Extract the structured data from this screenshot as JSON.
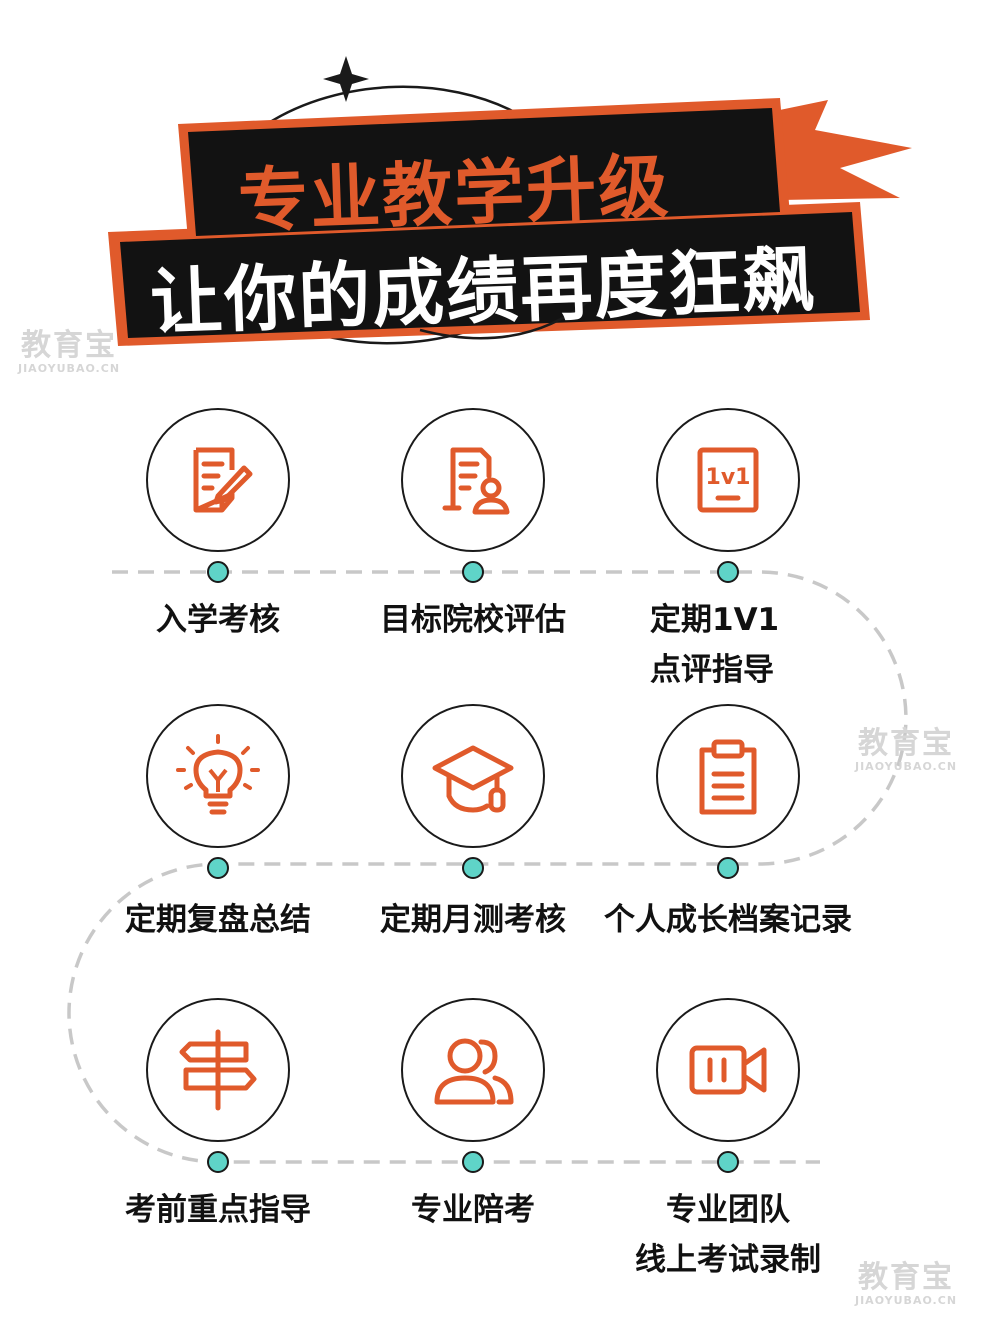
{
  "header": {
    "line1": "专业教学升级",
    "line2": "让你的成绩再度狂飙"
  },
  "watermark": {
    "cn": "教育宝",
    "en": "JIAOYUBAO.CN"
  },
  "colors": {
    "accent": "#e05a2b",
    "dark": "#111111",
    "dot": "#5fd4c8",
    "path": "#c8c8c8"
  },
  "items": [
    {
      "icon": "edit-document-icon",
      "label1": "入学考核",
      "label2": ""
    },
    {
      "icon": "document-user-icon",
      "label1": "目标院校评估",
      "label2": ""
    },
    {
      "icon": "one-on-one-board-icon",
      "icon_text": "1v1",
      "label1": "定期1V1",
      "label2": "点评指导"
    },
    {
      "icon": "lightbulb-icon",
      "label1": "定期复盘总结",
      "label2": ""
    },
    {
      "icon": "graduation-cap-icon",
      "label1": "定期月测考核",
      "label2": ""
    },
    {
      "icon": "clipboard-icon",
      "label1": "个人成长档案记录",
      "label2": ""
    },
    {
      "icon": "signpost-icon",
      "label1": "考前重点指导",
      "label2": ""
    },
    {
      "icon": "users-icon",
      "label1": "专业陪考",
      "label2": ""
    },
    {
      "icon": "video-camera-icon",
      "label1": "专业团队",
      "label2": "线上考试录制"
    }
  ]
}
